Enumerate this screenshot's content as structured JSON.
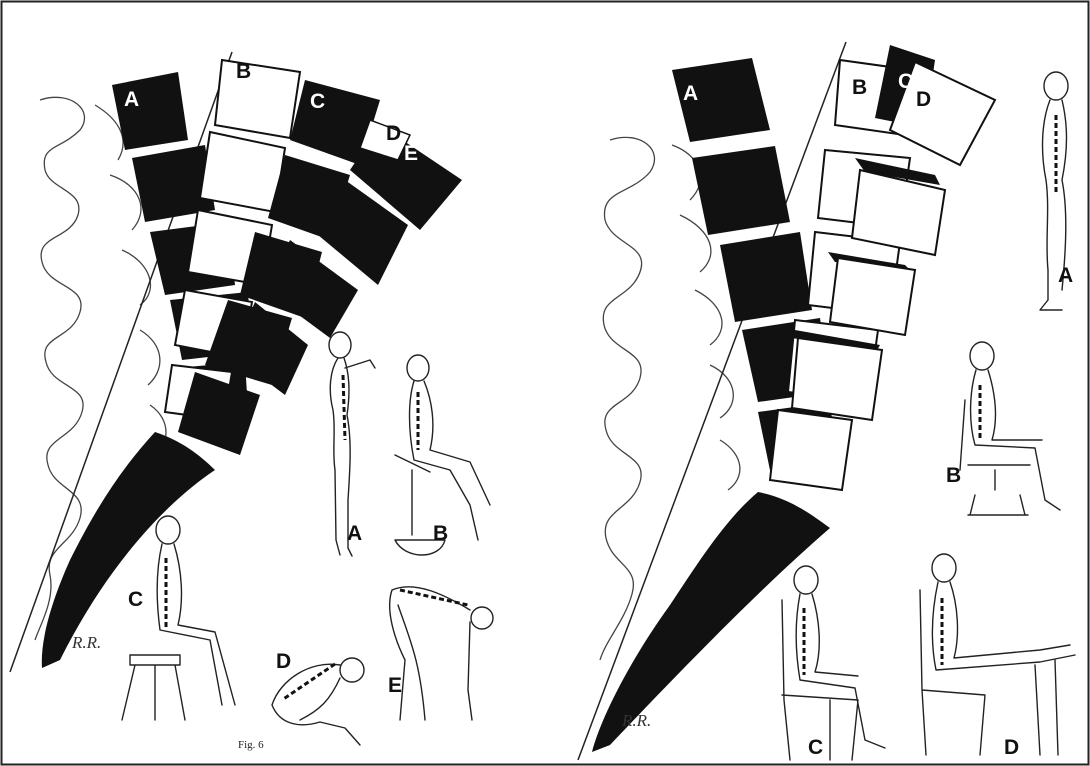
{
  "left_panel": {
    "vertebra_labels": [
      "A",
      "B",
      "C",
      "D",
      "E"
    ],
    "posture_labels": [
      "A",
      "B",
      "C",
      "D",
      "E"
    ],
    "figure_caption": "Fig. 6",
    "signature": "R.R."
  },
  "right_panel": {
    "vertebra_labels": [
      "A",
      "B",
      "C",
      "D"
    ],
    "posture_labels": [
      "A",
      "B",
      "C",
      "D"
    ],
    "signature": "R.R."
  },
  "colors": {
    "ink": "#111111",
    "paper": "#ffffff",
    "frame": "#222222"
  }
}
